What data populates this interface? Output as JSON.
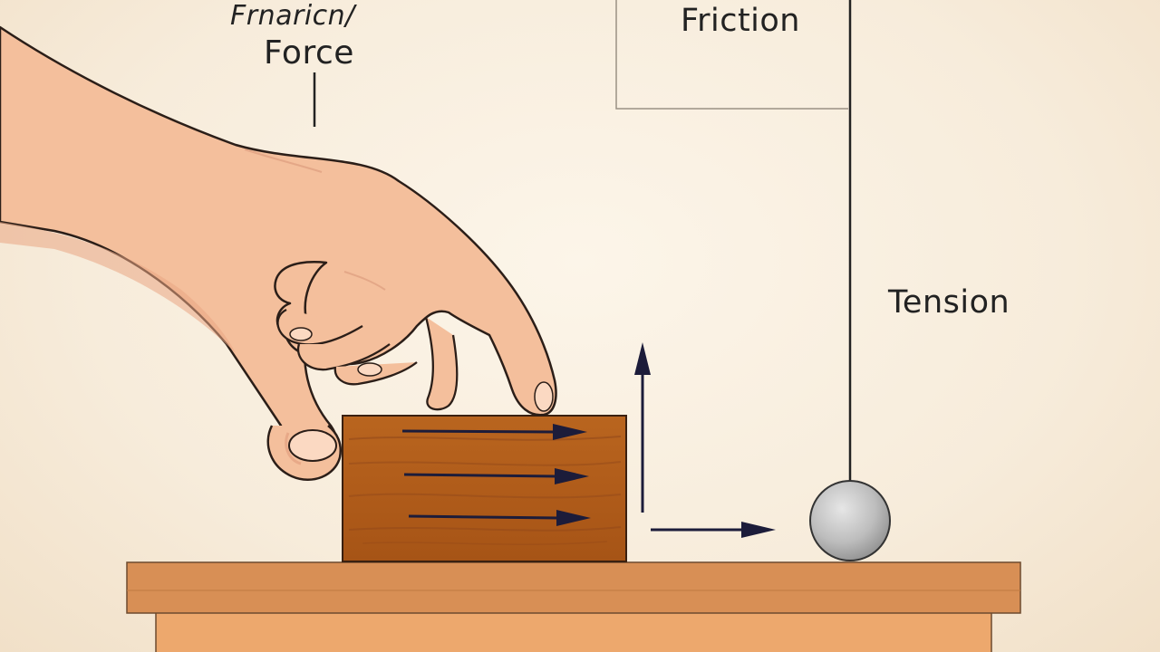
{
  "labels": {
    "top_left_garbled": "Frnaricn/",
    "applied_force": "Force",
    "friction": "Friction",
    "tension": "Tension"
  },
  "colors": {
    "background": "#f7ecdc",
    "skin": "#f4bf9c",
    "skin_shadow": "#e9a683",
    "outline": "#2b1e18",
    "block_wood": "#b5601d",
    "block_dark": "#8a4513",
    "arrow_navy": "#1c1c3a",
    "table_top": "#d88f55",
    "table_body": "#eba66b",
    "ball": "#b9b9b9"
  },
  "icons": [
    "hand-illustration",
    "wooden-block",
    "force-arrow",
    "hanging-ball",
    "table"
  ]
}
